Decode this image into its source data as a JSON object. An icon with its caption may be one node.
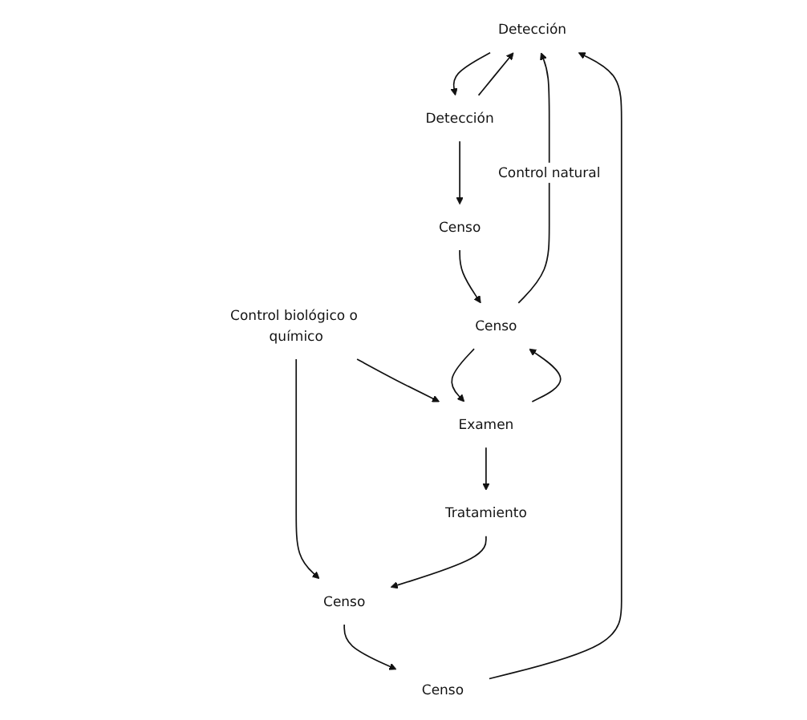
{
  "diagram": {
    "nodes": [
      {
        "text": [
          "Detección"
        ]
      },
      {
        "text": [
          "Censo"
        ]
      },
      {
        "text": [
          "Detección"
        ]
      },
      {
        "text": [
          "Censo"
        ]
      },
      {
        "text": [
          "Censo"
        ]
      },
      {
        "text": [
          "Control biológico o químico"
        ]
      },
      {
        "text": [
          "Tratamiento"
        ]
      },
      {
        "text": [
          "Censo"
        ]
      },
      {
        "text": [
          "Examen"
        ]
      }
    ],
    "edges": [
      {
        "from": 1,
        "to": 0,
        "arrow": "to"
      },
      {
        "from": 0,
        "to": 2,
        "arrow": "to"
      },
      {
        "from": 2,
        "to": 0,
        "arrow": "to"
      },
      {
        "from": 2,
        "to": 4,
        "arrow": "to"
      },
      {
        "from": 7,
        "to": 0,
        "label": "Control natural",
        "arrow": "to"
      },
      {
        "from": 3,
        "to": 1,
        "arrow": "to"
      },
      {
        "from": 6,
        "to": 3,
        "arrow": "to"
      },
      {
        "from": 8,
        "to": 6,
        "arrow": "to"
      },
      {
        "from": 5,
        "to": 3,
        "arrow": "to"
      },
      {
        "from": 5,
        "to": 8,
        "arrow": "to"
      },
      {
        "from": 4,
        "to": 7,
        "arrow": "to"
      },
      {
        "from": 7,
        "to": 8,
        "arrow": "to"
      },
      {
        "from": 8,
        "to": 7,
        "arrow": "to"
      }
    ]
  }
}
